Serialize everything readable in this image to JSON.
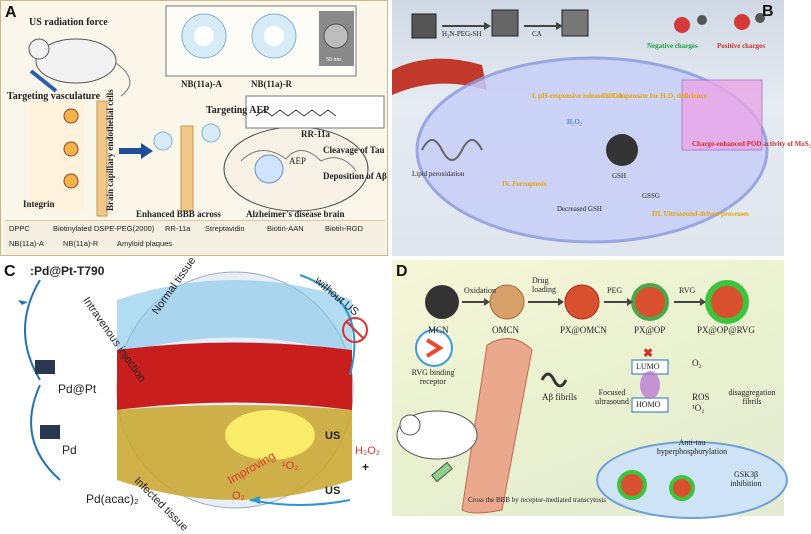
{
  "panelA": {
    "label": "A",
    "us_radiation": "US radiation force",
    "nb_a": "NB(11a)-A",
    "nb_r": "NB(11a)-R",
    "scale": "50 nm",
    "targeting_vasculature": "Targeting vasculature",
    "brain_cells": "Brain capillary endothelial cells",
    "integrin": "Integrin",
    "targeting_aep": "Targeting AEP",
    "rr11a": "RR-11a",
    "aep": "AEP",
    "cleavage": "Cleavage of Tau",
    "deposition": "Deposition of Aβ",
    "enhanced": "Enhanced BBB across",
    "alz": "Alzheimer's disease brain",
    "legend": {
      "dppc": "DPPC",
      "biotin_peg": "Biotinylated DSPE-PEG(2000)",
      "rr11a": "RR-11a",
      "strep": "Streptavidin",
      "aan": "Biotin-AAN",
      "rgd": "Biotin-RGD",
      "nba": "NB(11a)-A",
      "nbr": "NB(11a)-R",
      "plaques": "Amyloid plaques"
    }
  },
  "panelB": {
    "label": "B",
    "peg": "H₂N-PEG-SH",
    "ca": "CA",
    "neg": "Negative charges",
    "pos": "Positive charges",
    "i": "I. pH-responsive release of CA",
    "ii": "II. Compensate for H₂O₂ deficiency",
    "h2o2": "H₂O₂",
    "charge_pod": "Charge-enhanced POD activity of MoS₂",
    "lipid": "Lipid peroxidation",
    "ferro": "IV. Ferroptosis",
    "gsh_dec": "Decreased GSH",
    "gsh": "GSH",
    "gssg": "GSSG",
    "iii": "III. Ultrasound-driven processes"
  },
  "panelC": {
    "label": "C",
    "product": ":Pd@Pt-T790",
    "normal": "Normal tissue",
    "infected": "Infected tissue",
    "injection": "Intravenous injection",
    "without_us": "without US",
    "us1": "US",
    "us2": "US",
    "improving": "Improving",
    "o2_1": "¹O₂",
    "h2o2": "H₂O₂",
    "plus": "+",
    "o2": "O₂",
    "pdpt": "Pd@Pt",
    "pd": "Pd",
    "pdacac": "Pd(acac)₂"
  },
  "panelD": {
    "label": "D",
    "mcn": "MCN",
    "oxidation": "Oxidation",
    "omcn": "OMCN",
    "drug": "Drug loading",
    "px_omcn": "PX@OMCN",
    "peg": "PEG",
    "px_op": "PX@OP",
    "rvg": "RVG",
    "px_op_rvg": "PX@OP@RVG",
    "rvg_receptor": "RVG binding receptor",
    "lumo": "LUMO",
    "homo": "HOMO",
    "o2": "O₂",
    "ros": "ROS",
    "o2_1": "¹O₂",
    "fibrils": "Aβ fibrils",
    "focused": "Focused ultrasound",
    "disagg": "disaggregation fibrils",
    "anti_tau": "Anti-tau hyperphosphorylation",
    "gsk": "GSK3β inhibition",
    "cross": "Cross the BBB by receptor-mediated transcytosis"
  }
}
